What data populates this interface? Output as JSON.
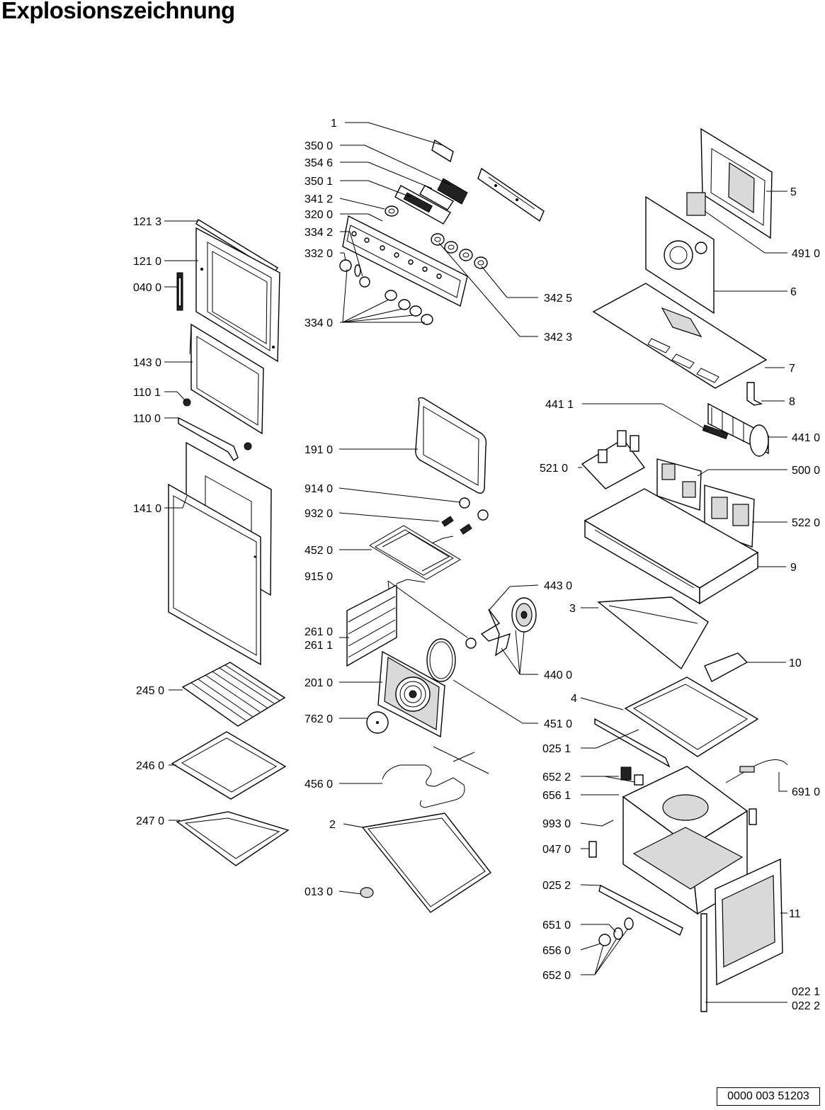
{
  "title": "Explosionszeichnung",
  "document_number": "0000 003 51203",
  "labels": {
    "l_1": "1",
    "l_350_0": "350 0",
    "l_354_6": "354 6",
    "l_350_1": "350 1",
    "l_341_2": "341 2",
    "l_320_0": "320 0",
    "l_334_2": "334 2",
    "l_332_0": "332 0",
    "l_334_0": "334 0",
    "l_342_5": "342 5",
    "l_342_3": "342 3",
    "l_121_3": "121 3",
    "l_121_0": "121 0",
    "l_040_0": "040 0",
    "l_143_0": "143 0",
    "l_110_1": "110 1",
    "l_110_0": "110 0",
    "l_141_0": "141 0",
    "l_245_0": "245 0",
    "l_246_0": "246 0",
    "l_247_0": "247 0",
    "l_191_0": "191 0",
    "l_914_0": "914 0",
    "l_932_0": "932 0",
    "l_452_0": "452 0",
    "l_915_0": "915 0",
    "l_261_0": "261 0",
    "l_261_1": "261 1",
    "l_201_0": "201 0",
    "l_762_0": "762 0",
    "l_456_0": "456 0",
    "l_2": "2",
    "l_013_0": "013 0",
    "l_443_0": "443 0",
    "l_440_0": "440 0",
    "l_451_0": "451 0",
    "l_5": "5",
    "l_491_0": "491 0",
    "l_6": "6",
    "l_7": "7",
    "l_8": "8",
    "l_441_1": "441 1",
    "l_441_0": "441 0",
    "l_521_0": "521 0",
    "l_500_0": "500 0",
    "l_522_0": "522 0",
    "l_9": "9",
    "l_3": "3",
    "l_10": "10",
    "l_4": "4",
    "l_025_1": "025 1",
    "l_652_2": "652 2",
    "l_656_1": "656 1",
    "l_691_0": "691 0",
    "l_993_0": "993 0",
    "l_047_0": "047 0",
    "l_025_2": "025 2",
    "l_11": "11",
    "l_651_0": "651 0",
    "l_656_0": "656 0",
    "l_652_0": "652 0",
    "l_022_1": "022 1",
    "l_022_2": "022 2"
  }
}
